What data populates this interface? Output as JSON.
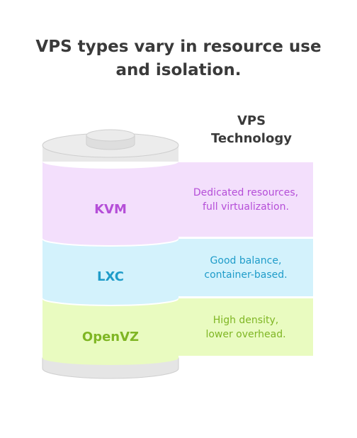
{
  "title_line1": "VPS types vary in resource use",
  "title_line2": "and isolation.",
  "header_line1": "VPS",
  "header_line2": "Technology",
  "layers": [
    {
      "name": "KVM",
      "desc1": "Dedicated resources,",
      "desc2": "full virtualization.",
      "fill": "#f3dffc",
      "text_color": "#b54ed8"
    },
    {
      "name": "LXC",
      "desc1": "Good balance,",
      "desc2": "container-based.",
      "fill": "#d3f2fc",
      "text_color": "#1f9cc9"
    },
    {
      "name": "OpenVZ",
      "desc1": "High density,",
      "desc2": "lower overhead.",
      "fill": "#e9fbc0",
      "text_color": "#7fb624"
    }
  ]
}
